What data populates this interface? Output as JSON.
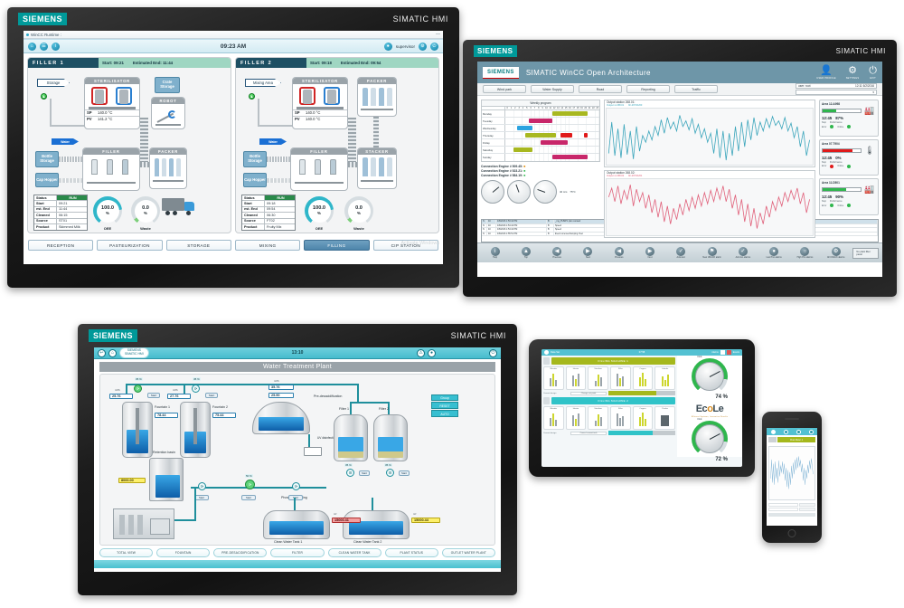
{
  "brand": {
    "siemens": "SIEMENS",
    "hmi": "SIMATIC HMI"
  },
  "monitor1": {
    "titlebar": {
      "text": "WinCC Runtime :",
      "minimize": "—"
    },
    "toolbar": {
      "home_icon": "home-icon",
      "report_icon": "report-icon",
      "info_icon": "info-icon",
      "time": "09:23 AM",
      "user": "supervisor",
      "settings_icon": "gear-icon",
      "power_icon": "power-icon"
    },
    "fillers": [
      {
        "title": "FILLER 1",
        "start_label": "Start: 09:21",
        "end_label": "Estimated End: 11:44",
        "source_chip": "Storage",
        "water_arrow": "Water",
        "sterilisator": {
          "title": "STERILISATOR",
          "sp_key": "SP",
          "sp": "140.0 °C",
          "pv_key": "PV",
          "pv": "141.2 °C"
        },
        "filler_box": "FILLER",
        "bottle_storage": "Bottle Storage",
        "cap_hopper": "Cap Hopper",
        "crate_storage": "Crate Storage",
        "robot": "ROBOT",
        "packer": "PACKER",
        "status_rows": [
          {
            "k": "Status",
            "v": "RUN",
            "run": true
          },
          {
            "k": "Start",
            "v": "09:21"
          },
          {
            "k": "est. End",
            "v": "11:44"
          },
          {
            "k": "Cleaned",
            "v": "06:15"
          },
          {
            "k": "Source",
            "v": "ST01"
          },
          {
            "k": "Product",
            "v": "Skimmed Milk"
          }
        ],
        "gauges": [
          {
            "value": "100.0",
            "unit": "%",
            "label": "OEE"
          },
          {
            "value": "0.0",
            "unit": "%",
            "label": "Waste"
          }
        ]
      },
      {
        "title": "FILLER 2",
        "start_label": "Start: 09:18",
        "end_label": "Estimated End: 09:54",
        "source_chip": "Mixing Area",
        "water_arrow": "Water",
        "sterilisator": {
          "title": "STERILISATOR",
          "sp_key": "SP",
          "sp": "140.0 °C",
          "pv_key": "PV",
          "pv": "140.0 °C"
        },
        "filler_box": "FILLER",
        "bottle_storage": "Bottle Storage",
        "cap_hopper": "Cap Hopper",
        "crate_storage": "PACKER",
        "robot": "PACKER",
        "packer": "STACKER",
        "status_rows": [
          {
            "k": "Status",
            "v": "RUN",
            "run": true
          },
          {
            "k": "Start",
            "v": "09:18"
          },
          {
            "k": "est. End",
            "v": "09:54"
          },
          {
            "k": "Cleaned",
            "v": "06:30"
          },
          {
            "k": "Source",
            "v": "FT02"
          },
          {
            "k": "Product",
            "v": "Fruity Mix"
          }
        ],
        "gauges": [
          {
            "value": "100.0",
            "unit": "%",
            "label": "OEE"
          },
          {
            "value": "0.0",
            "unit": "%",
            "label": "Waste"
          }
        ]
      }
    ],
    "nav": [
      {
        "label": "RECEPTION",
        "active": false
      },
      {
        "label": "PASTEURIZATION",
        "active": false
      },
      {
        "label": "STORAGE",
        "active": false
      },
      {
        "label": "MIXING",
        "active": false
      },
      {
        "label": "FILLING",
        "active": true
      },
      {
        "label": "CIP STATION",
        "active": false
      }
    ],
    "watermark": {
      "line1": "Activate Windows",
      "line2": "Go to Settings to activate Windows."
    }
  },
  "monitor2": {
    "header": {
      "logo": "SIEMENS",
      "title": "SIMATIC WinCC Open Architecture"
    },
    "header_icons": [
      {
        "glyph": "●",
        "label": "USER PROFILE",
        "name": "user-profile-icon"
      },
      {
        "glyph": "⚙",
        "label": "SETTINGS",
        "name": "gear-icon"
      },
      {
        "glyph": "⏻",
        "label": "EXIT",
        "name": "power-icon"
      }
    ],
    "tabs": [
      "Wind park",
      "Water Supply",
      "Road",
      "Reporting",
      "Traffic"
    ],
    "header_fields": [
      {
        "label": "user: root",
        "value": "12:11  6/2/2016"
      },
      {
        "label": "",
        "value": ""
      }
    ],
    "gantt": {
      "title": "Weekly program",
      "hours": [
        "0",
        "1",
        "2",
        "3",
        "4",
        "5",
        "6",
        "7",
        "8",
        "9",
        "10",
        "11",
        "12",
        "13",
        "14",
        "15",
        "16",
        "17",
        "18",
        "19",
        "20",
        "21",
        "22",
        "23"
      ],
      "days": [
        "Monday",
        "Tuesday",
        "Wednesday",
        "Thursday",
        "Friday",
        "Saturday",
        "Sunday"
      ],
      "bars": [
        {
          "day": 0,
          "start": 12,
          "end": 21,
          "color": "#a8b820"
        },
        {
          "day": 1,
          "start": 6,
          "end": 12,
          "color": "#c8276a"
        },
        {
          "day": 2,
          "start": 3,
          "end": 7,
          "color": "#2ba3e0"
        },
        {
          "day": 3,
          "start": 5,
          "end": 13,
          "color": "#a8b820"
        },
        {
          "day": 3,
          "start": 14,
          "end": 17,
          "color": "#e01a1a"
        },
        {
          "day": 3,
          "start": 20,
          "end": 21,
          "color": "#e01a1a"
        },
        {
          "day": 4,
          "start": 9,
          "end": 16,
          "color": "#c8276a"
        },
        {
          "day": 5,
          "start": 2,
          "end": 7,
          "color": "#a8b820"
        },
        {
          "day": 6,
          "start": 12,
          "end": 21,
          "color": "#c8276a"
        }
      ]
    },
    "engines": [
      {
        "label": "Connection Engine # 509.45:",
        "status": "alarm"
      },
      {
        "label": "Connection Engine # 523.21:",
        "status": "ok"
      },
      {
        "label": "Connection Engine # 584.19:",
        "status": "ok"
      }
    ],
    "dials": [
      {
        "value": "40 m/s"
      },
      {
        "value": ""
      },
      {
        "value": "75°C"
      }
    ],
    "trends": [
      {
        "title": "Output station 268.01:",
        "legend": [
          "Output st 268.01",
          "8c-267/01/03"
        ],
        "color": "#3aa5bb"
      },
      {
        "title": "Output station 268.02:",
        "legend": [
          "Output st 268.02",
          "8c-267/01/01"
        ],
        "color": "#e0607a"
      }
    ],
    "areas": [
      {
        "title": "Area 12.A998",
        "bar_pct": 35,
        "bar_color": "#2fb64d",
        "time": "12:45",
        "perf": "87%",
        "time_lbl": "Stop",
        "perf_lbl": "Performance",
        "error_lbl": "Error",
        "online_lbl": "Online",
        "error_color": "#2fb64d",
        "online_color": "#2fb64d",
        "symbol": "factory-icon"
      },
      {
        "title": "Area 07.T904",
        "bar_pct": 78,
        "bar_color": "#e01a1a",
        "time": "12:45",
        "perf": "0%",
        "time_lbl": "Stop",
        "perf_lbl": "Performance",
        "error_lbl": "Error",
        "online_lbl": "Online",
        "error_color": "#e01a1a",
        "online_color": "#2fb64d",
        "symbol": "thermometer-icon"
      },
      {
        "title": "Area 11.D501",
        "bar_pct": 62,
        "bar_color": "#2fb64d",
        "time": "12:45",
        "perf": "90%",
        "time_lbl": "Stop",
        "perf_lbl": "Performance",
        "error_lbl": "Error",
        "online_lbl": "Online",
        "error_color": "#2fb64d",
        "online_color": "#2fb64d",
        "symbol": "factory-icon"
      }
    ],
    "alarm_rows": [
      [
        "N",
        "40",
        "4/8/2016 1:53:44 PM",
        "B",
        "_mg_PUMP1 plan curated",
        "Curator_mg_PUMP1",
        "COME 7914.8"
      ],
      [
        "N",
        "40",
        "4/8/2016 1:54:44 PM",
        "B",
        "Speed",
        "Waiting LT_mg_PUMP2",
        "COME  1 time"
      ],
      [
        "N",
        "40",
        "4/8/2016 1:54:44 PM",
        "B",
        "Speed",
        "Plot LT_mg_PUMP1",
        "COME  1 time"
      ],
      [
        "N",
        "40",
        "4/8/2016 1:55:51 PM",
        "B",
        "Event License Ramping Over",
        "License expires",
        "WAIT 1037.1 ms"
      ]
    ],
    "footer_buttons": [
      {
        "glyph": "i",
        "label": "Help"
      },
      {
        "glyph": "▲",
        "label": "Top"
      },
      {
        "glyph": "◀◀",
        "label": "Previous"
      },
      {
        "glyph": "▶▶",
        "label": "Next"
      },
      {
        "glyph": "◀",
        "label": "Previous"
      },
      {
        "glyph": "▶",
        "label": "Next"
      },
      {
        "glyph": "✓",
        "label": "Acknowl."
      },
      {
        "glyph": "↗",
        "label": "New UNACK alarm"
      },
      {
        "glyph": "▼✓",
        "label": "Ack ALL alarms"
      },
      {
        "glyph": "●",
        "label": "Low Prio alarms"
      },
      {
        "glyph": "○",
        "label": "High Prio alarms"
      },
      {
        "glyph": "⚙",
        "label": "All UNACK alarms"
      }
    ],
    "footer_end": "No plant filter panel"
  },
  "monitor3": {
    "topbar": {
      "time": "13:10",
      "logo_line1": "SIEMENS",
      "logo_line2": "SIMATIC HMI"
    },
    "plant_title": "Water Treatment Plant",
    "labels": {
      "fountain1": "Fountain 1",
      "fountain2": "Fountain 2",
      "retention_basin": "Retention basin",
      "pre_desacidification": "Pre-desacidification",
      "uv_disinfection": "UV disinfection",
      "phosphate_dosing": "Phosphate dosing",
      "filter1": "Filter 1",
      "filter2": "Filter 2",
      "clean_tank1": "Clean Water Tank 1",
      "clean_tank2": "Clean Water Tank 2",
      "group": "Group",
      "reset": "RESET",
      "auto": "AUTO",
      "unit_m3h": "m³/h",
      "unit_m3": "m³",
      "start": "Start"
    },
    "values": {
      "flow1": "25.76",
      "flow2": "27.76",
      "flow3": "35.76",
      "flow4": "25.90",
      "fountain1_level": "78.44",
      "fountain2_level": "75.44",
      "retention_level": "8000.00",
      "predes_level": "5000.90",
      "clean1": "15000.41",
      "clean2": "15000.44",
      "pump1_pct": "35 %",
      "pump2_pct": "45 %",
      "pump3_pct": "50 %",
      "filter1_pct": "35 %",
      "filter2_pct": "35 %"
    },
    "nav": [
      "TOTAL VIEW",
      "FOUNTAIN",
      "PRE-DESACIDIFICATION",
      "FILTER",
      "CLEAN WATER TANK",
      "PLANT STATUS",
      "OUTLET WATER PLANT"
    ]
  },
  "tablet": {
    "topbar": {
      "title": "Data Set",
      "time": "07:58",
      "right1": "Alarms",
      "right2": "Events"
    },
    "machines": [
      {
        "header": "FILLING MACHINE 1",
        "header_color": "#a5b81c",
        "cells": [
          "Blender",
          "Heater",
          "Sterilizer",
          "Filler",
          "Capper",
          "Labeler"
        ],
        "progress_label": "Current design",
        "progress_button": "Change set point",
        "progress_pct": 72,
        "progress_color": "#a5b81c",
        "scale": [
          "0",
          "25",
          "50",
          "75",
          "100"
        ]
      },
      {
        "header": "FILLING MACHINE 2",
        "header_color": "#2fc3c8",
        "cells": [
          "Blender",
          "Heater",
          "Sterilizer",
          "Filler",
          "Capper",
          "Packer"
        ],
        "progress_label": "Current design",
        "progress_button": "Cancel current task",
        "progress_pct": 66,
        "progress_color": "#2fc3c8",
        "scale": [
          "0",
          "25",
          "50",
          "75",
          "100"
        ]
      }
    ],
    "gauges": [
      {
        "label": "OEE",
        "value": "74 %",
        "pct": 74
      },
      {
        "label": "OEE",
        "value": "72 %",
        "pct": 72
      }
    ],
    "logo": {
      "text_a": "Ec",
      "text_o": "o",
      "text_b": "Le",
      "subtitle": "Efficient Systems, Innovative Results"
    }
  },
  "phone": {
    "header_bar": "Flow Meter 1",
    "rows": [
      {
        "left": "Current value",
        "right": "Change set point"
      },
      {
        "left": "Set point",
        "right": "Edit Set point"
      }
    ]
  }
}
